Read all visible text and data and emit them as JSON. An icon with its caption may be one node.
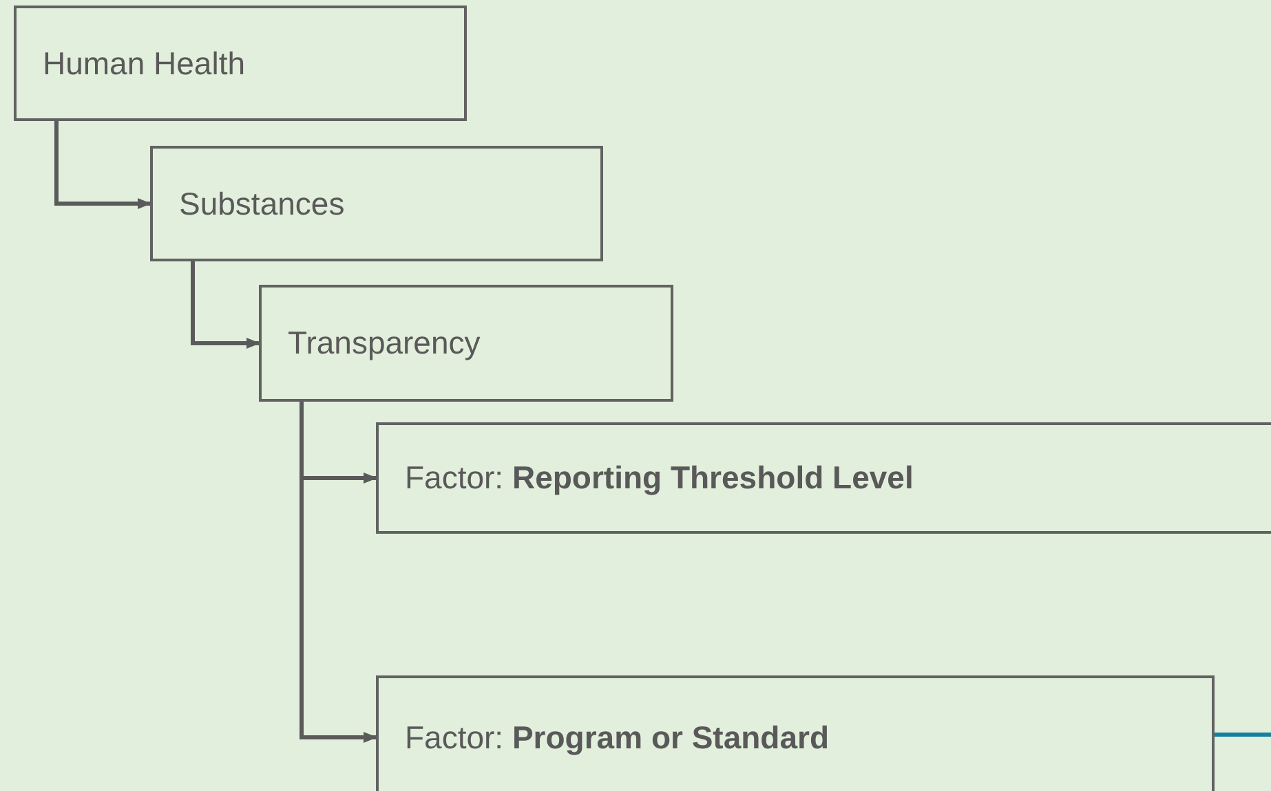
{
  "diagram": {
    "nodes": [
      {
        "text": [
          "Human Health"
        ]
      },
      {
        "text": [
          "Substances"
        ]
      },
      {
        "text": [
          "Transparency"
        ]
      },
      {
        "text": [
          "Factor: **Reporting Threshold Level**"
        ]
      },
      {
        "text": [
          "Factor: **Program or Standard**"
        ]
      }
    ],
    "edges": [
      {
        "from": 0,
        "to": 1,
        "arrow": "to"
      },
      {
        "from": 1,
        "to": 2,
        "arrow": "to"
      },
      {
        "from": 2,
        "to": 3,
        "arrow": "to"
      },
      {
        "from": 2,
        "to": 4,
        "arrow": "to"
      },
      {
        "from": 4,
        "to": null,
        "arrow": "none",
        "color": "#14809f"
      }
    ]
  }
}
